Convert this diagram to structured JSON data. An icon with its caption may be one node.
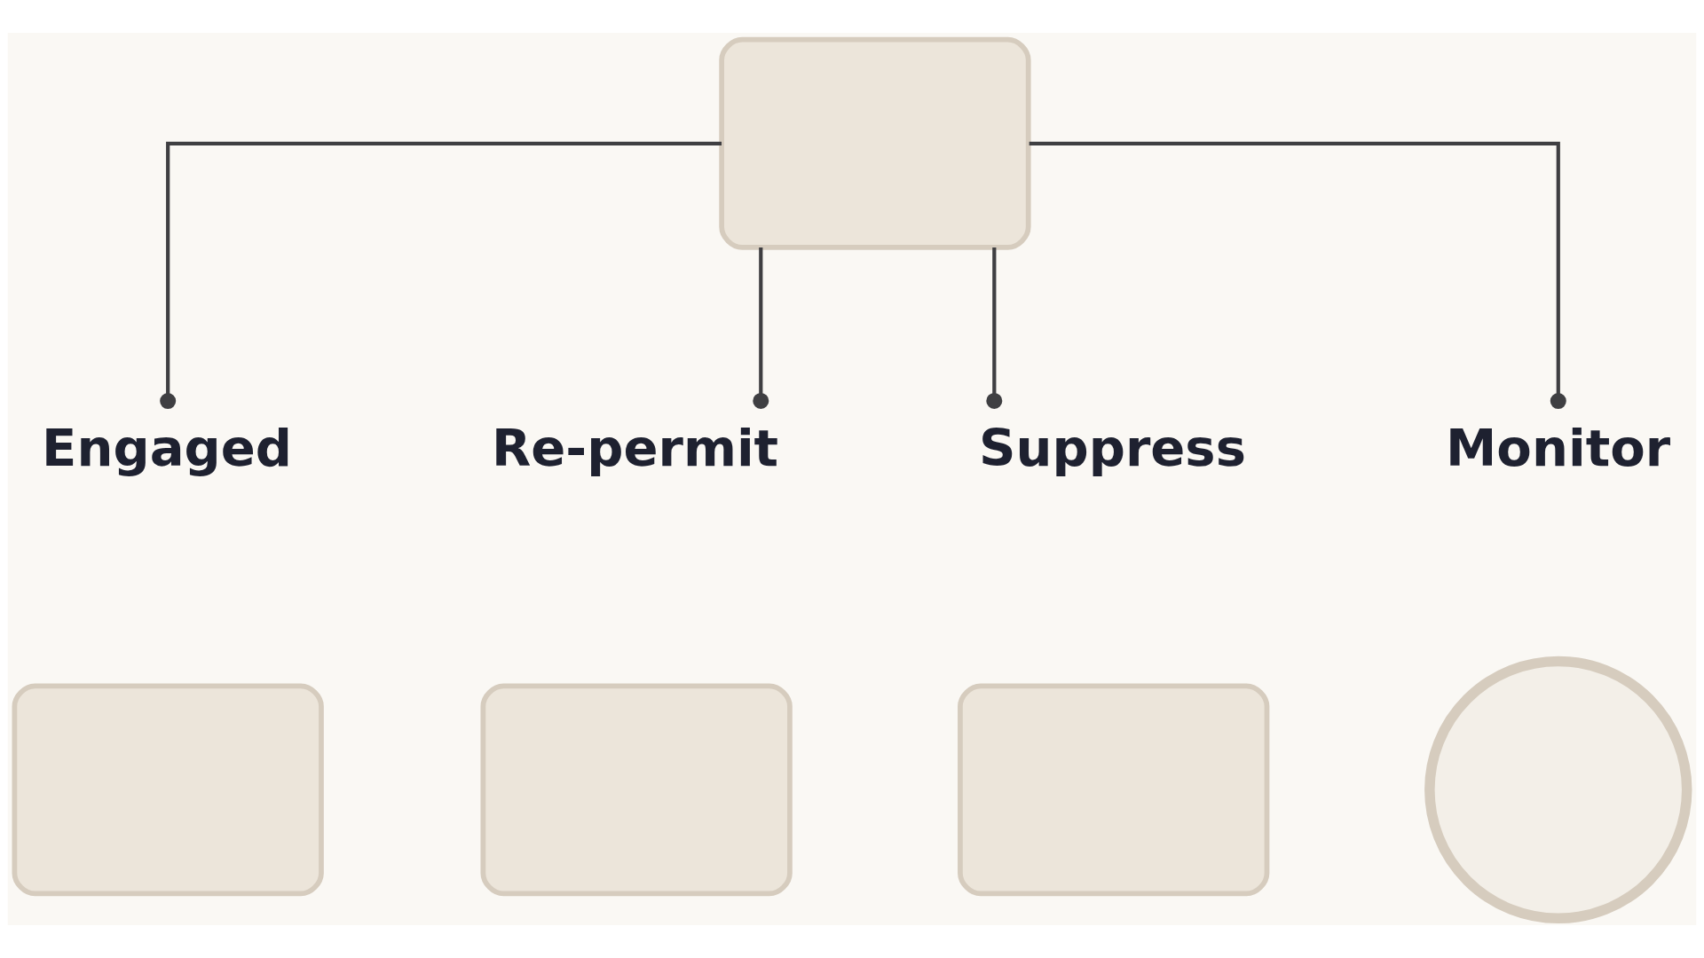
{
  "diagram": {
    "nodes": [
      {
        "text": [],
        "shape": "box"
      },
      {
        "text": [
          "Engaged"
        ]
      },
      {
        "text": [
          "Re-permit"
        ]
      },
      {
        "text": [
          "Suppress"
        ]
      },
      {
        "text": [
          "Monitor"
        ]
      },
      {
        "text": [],
        "shape": "box"
      },
      {
        "text": [],
        "shape": "box"
      },
      {
        "text": [],
        "shape": "box"
      },
      {
        "text": [],
        "shape": "circle"
      }
    ],
    "edges": [
      {
        "from": 0,
        "to": 1,
        "arrow": "other"
      },
      {
        "from": 0,
        "to": 2,
        "arrow": "other"
      },
      {
        "from": 0,
        "to": 3,
        "arrow": "other"
      },
      {
        "from": 0,
        "to": 4,
        "arrow": "other"
      }
    ]
  }
}
